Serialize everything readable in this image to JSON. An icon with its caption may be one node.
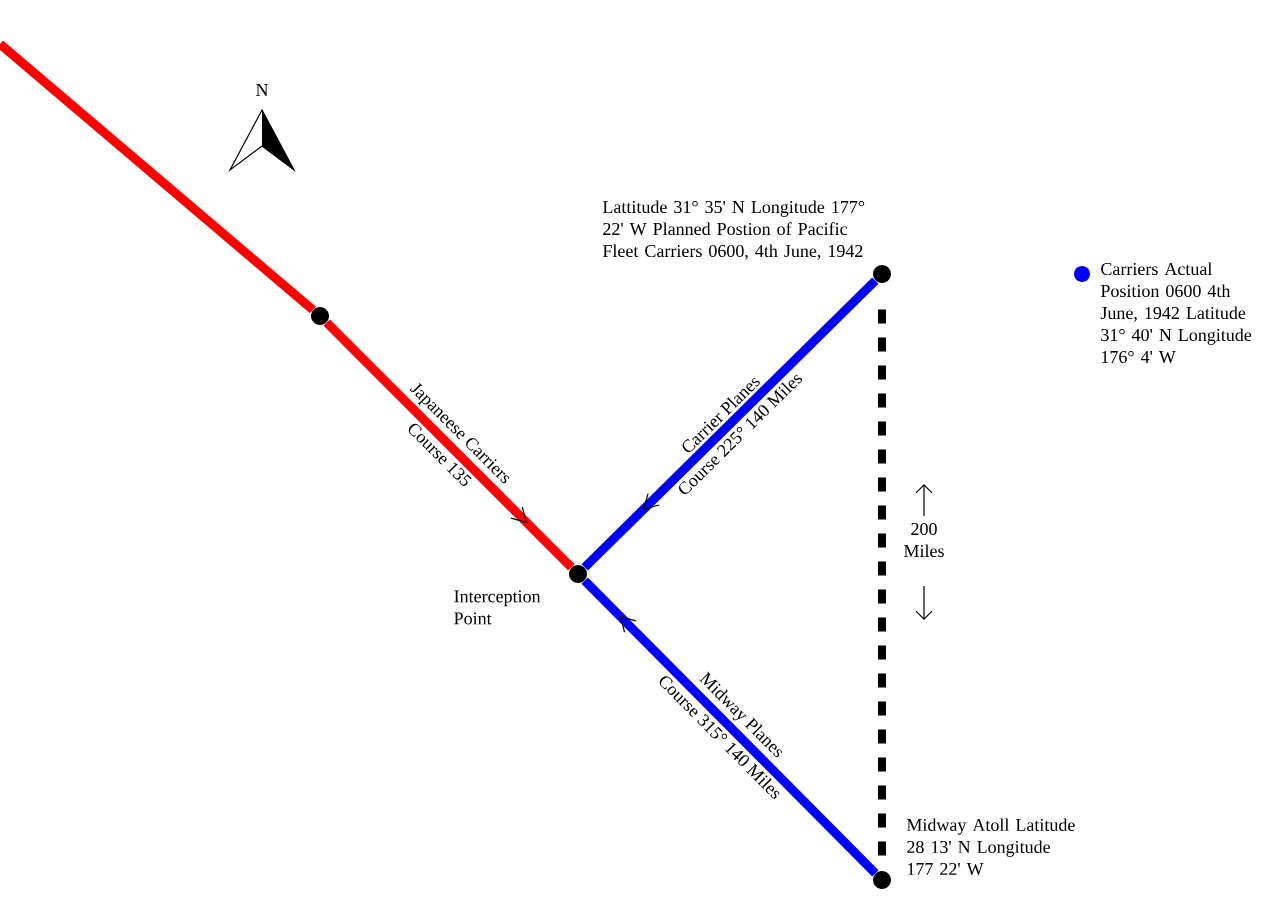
{
  "diagram": {
    "nodes": [
      {
        "text": [],
        "shape": "circle"
      },
      {
        "text": [],
        "shape": "circle",
        "beside": [
          "Interception Point"
        ]
      },
      {
        "text": [],
        "shape": "circle",
        "beside": [
          "Lattitude 31° 35' N Longitude 177° 22' W Planned Postion of Pacific Fleet Carriers 0600, 4th June, 1942"
        ]
      },
      {
        "text": [],
        "shape": "circle",
        "beside": [
          "Midway Atoll Latitude 28 13' N Longitude 177 22' W"
        ]
      }
    ],
    "edges": [
      {
        "from": null,
        "to": 0,
        "arrow": "none",
        "color": "#ff0000"
      },
      {
        "from": 0,
        "to": 1,
        "arrow": "to",
        "label": "Japaneese Carriers",
        "color": "#ff0000"
      },
      {
        "from": 2,
        "to": 1,
        "arrow": "to",
        "label": "Carrier Planes",
        "color": "#0000ff"
      },
      {
        "from": 3,
        "to": 1,
        "arrow": "to",
        "label": "Midway Planes",
        "color": "#0000ff"
      },
      {
        "from": 2,
        "to": 3,
        "arrow": "none",
        "label": "200 Miles",
        "style": "dashed",
        "color": "#000000"
      }
    ],
    "labels": [
      "N",
      "Course 135",
      "Course 225° 140 Miles",
      "Course 315° 140 Miles"
    ],
    "legend": [
      {
        "text": "Carriers Actual Position 0600 4th June, 1942 Latitude 31° 40' N Longitude 176° 4' W",
        "color": "#0000ff"
      }
    ]
  }
}
